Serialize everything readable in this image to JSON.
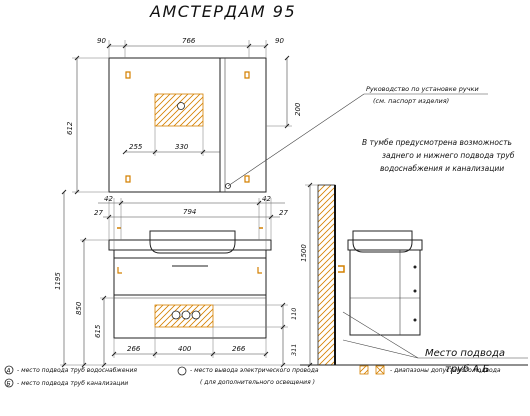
{
  "title": "АМСТЕРДАМ 95",
  "dimensions": {
    "top_left": "90",
    "top_mid": "766",
    "top_right": "90",
    "height_612": "612",
    "d255": "255",
    "d330": "330",
    "d200": "200",
    "d42_left": "42",
    "d42_right": "42",
    "d27_left": "27",
    "d27_right": "27",
    "d794": "794",
    "d1195": "1195",
    "d850": "850",
    "d615": "615",
    "d266_left": "266",
    "d400": "400",
    "d266_right": "266",
    "d110": "110",
    "d311": "311",
    "d1500": "1500"
  },
  "notes": {
    "handle_line1": "Руководство по установке ручки",
    "handle_line2": "(см. паспорт изделия)",
    "cabinet_line1": "В тумбе предусмотрена возможность",
    "cabinet_line2": "заднего и нижнего подвода труб",
    "cabinet_line3": "водоснабжения и канализации",
    "supply_line1": "Место подвода",
    "supply_line2": "труб А,Б"
  },
  "legend": {
    "item_a": "- место подвода труб водоснабжения",
    "item_b": "- место подвода труб канализации",
    "item_elec_line1": "- место вывода электрического провода",
    "item_elec_line2": "( для дополнительного освещения )",
    "item_range": "- диапазоны допустимого подвода",
    "mark_a": "А",
    "mark_b": "Б"
  },
  "colors": {
    "line": "#222222",
    "hardware": "#d48000"
  }
}
